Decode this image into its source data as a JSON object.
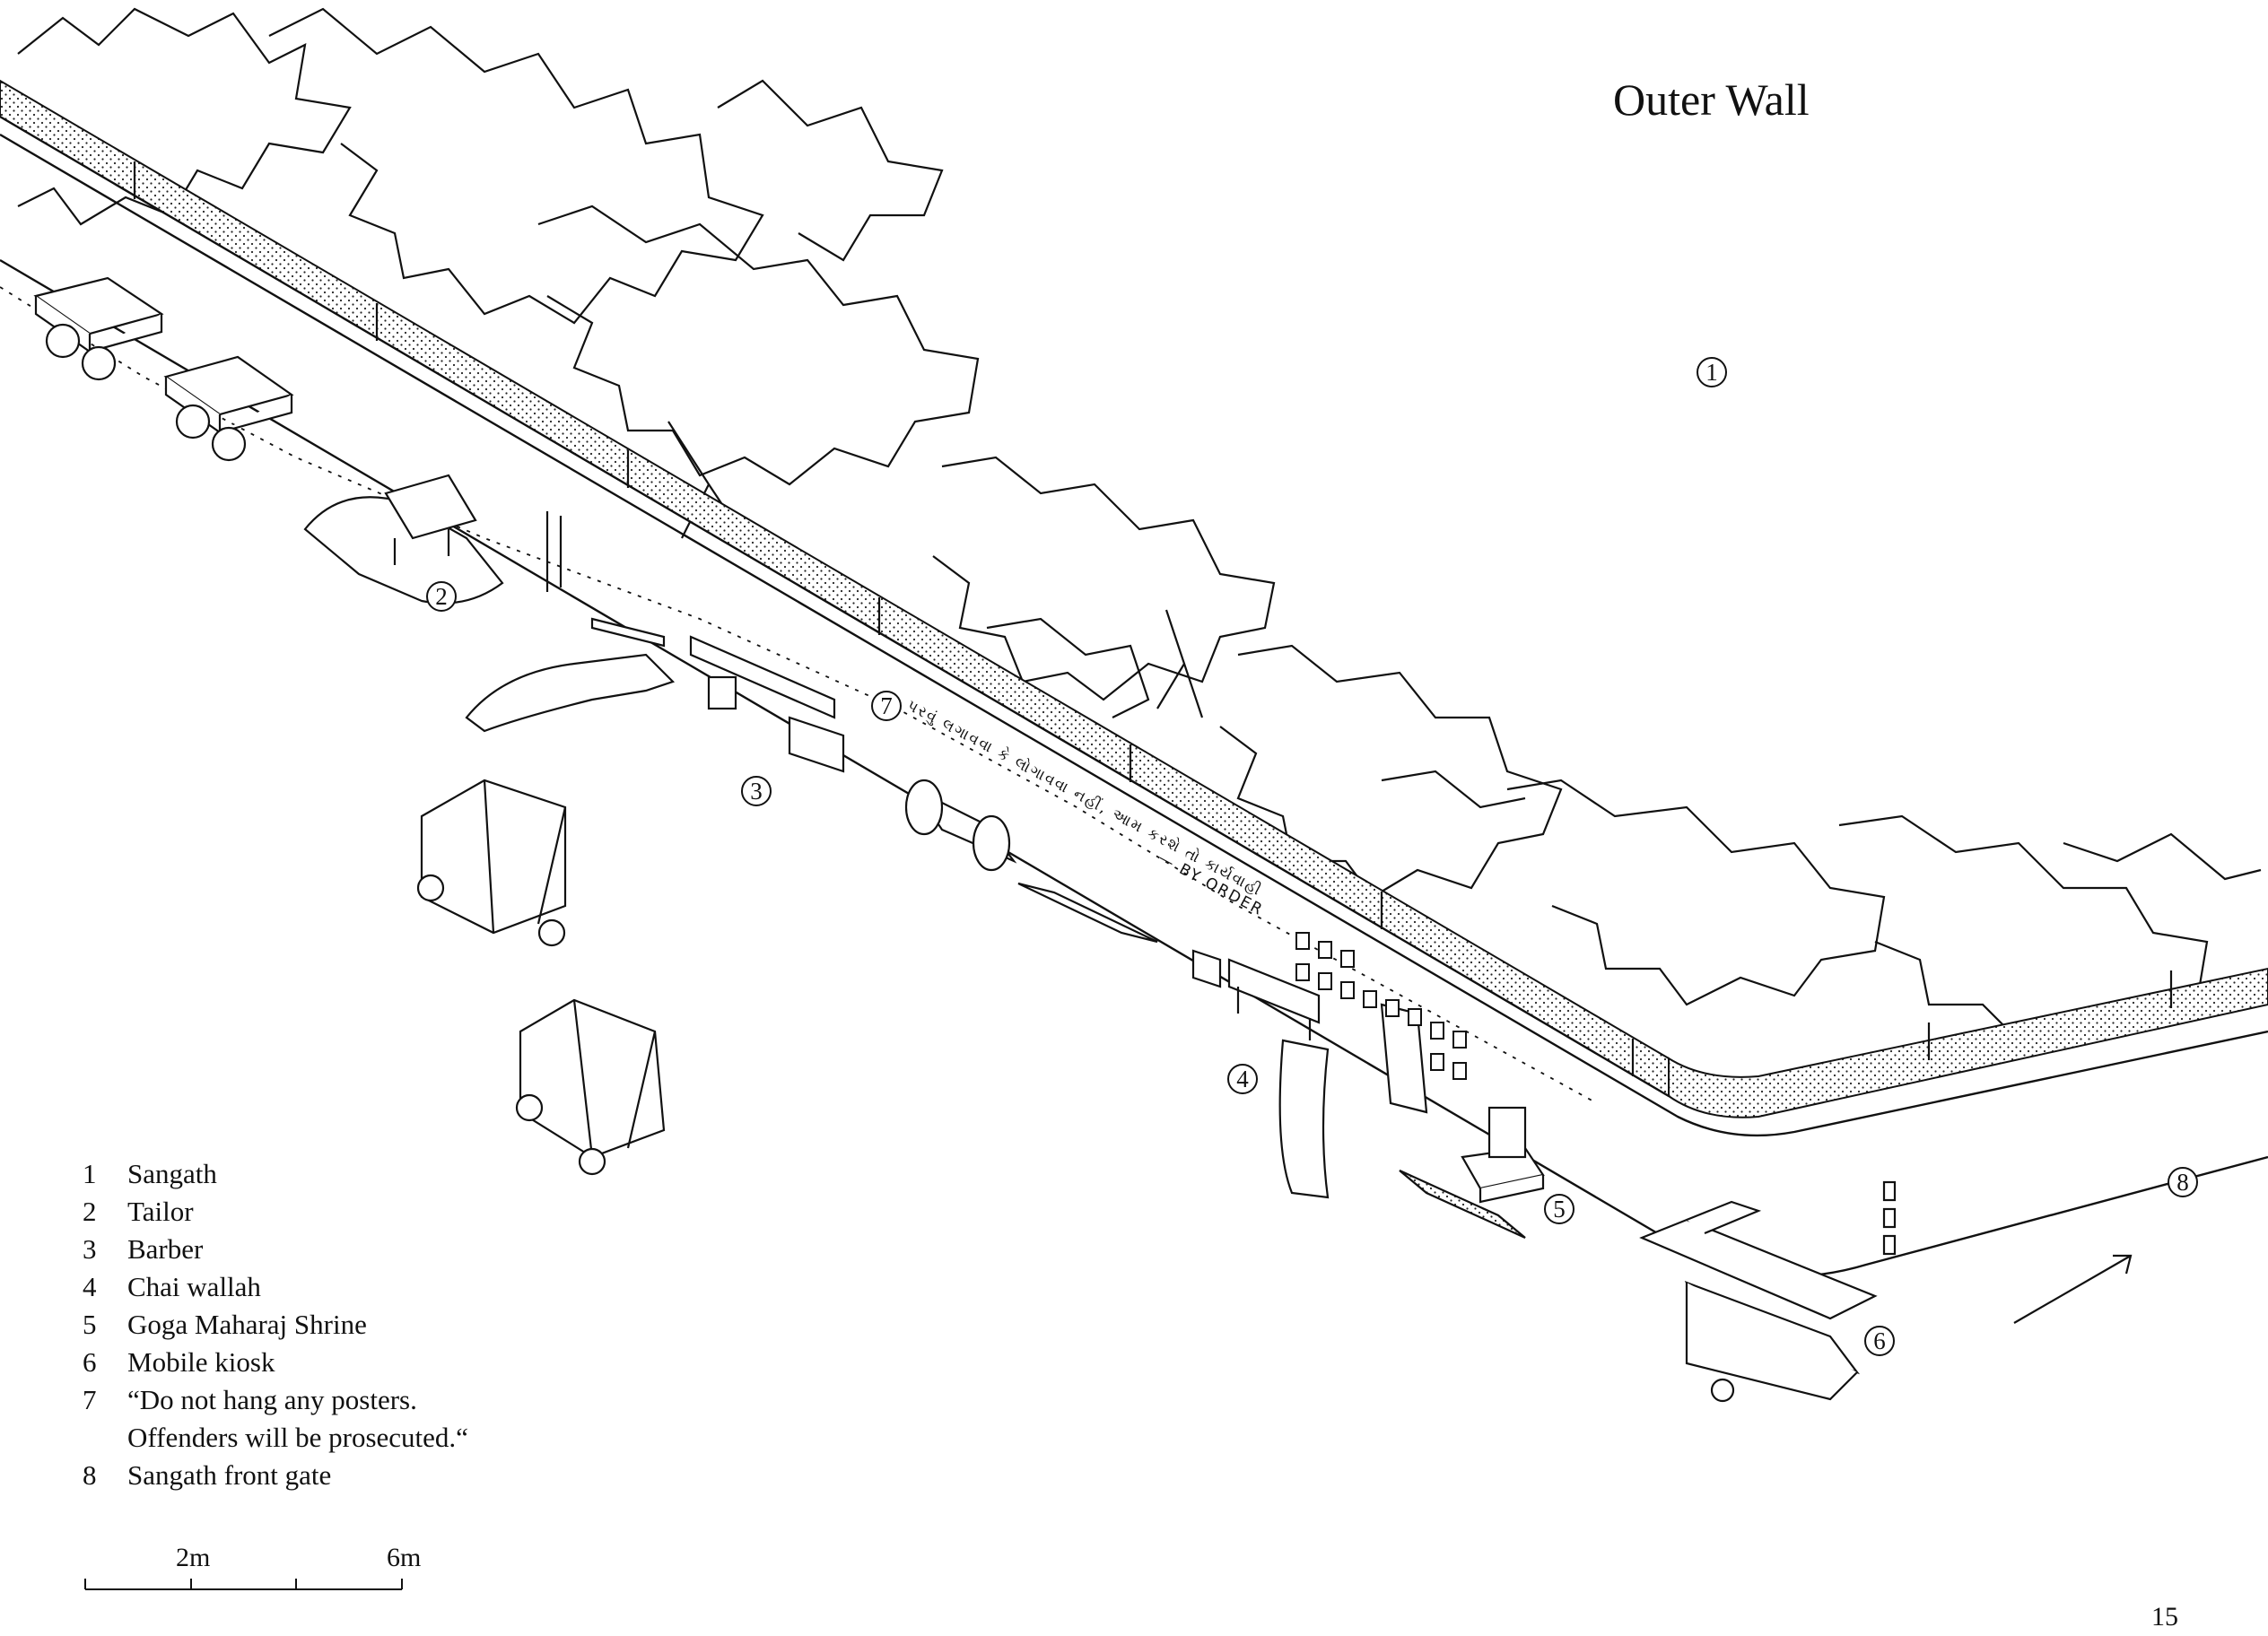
{
  "title": "Outer Wall",
  "legend": [
    {
      "num": "1",
      "label": "Sangath"
    },
    {
      "num": "2",
      "label": "Tailor"
    },
    {
      "num": "3",
      "label": "Barber"
    },
    {
      "num": "4",
      "label": "Chai wallah"
    },
    {
      "num": "5",
      "label": "Goga Maharaj Shrine"
    },
    {
      "num": "6",
      "label": "Mobile kiosk"
    },
    {
      "num": "7",
      "label": "“Do not hang any posters.",
      "cont": "Offenders will be prosecuted.“"
    },
    {
      "num": "8",
      "label": "Sangath front gate"
    }
  ],
  "markers": [
    "1",
    "2",
    "3",
    "4",
    "5",
    "6",
    "7",
    "8"
  ],
  "wall_text": {
    "gujarati": "પરવું લગાવવા કે લોગાવવા નહીં, આમ કરશે તો કાર્યવાહી",
    "by_order": "— BY ORDER"
  },
  "scale": {
    "label_a": "2m",
    "label_b": "6m"
  },
  "page_number": "15",
  "colors": {
    "ink": "#111111",
    "background": "#ffffff"
  }
}
